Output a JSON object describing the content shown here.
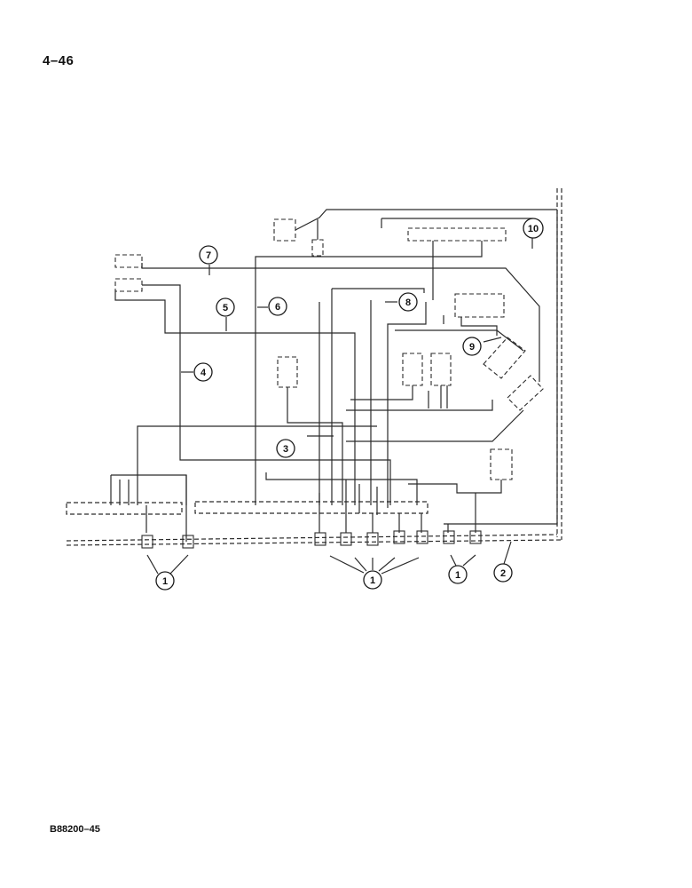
{
  "page": {
    "page_number": "4–46",
    "figure_code": "B88200–45"
  },
  "callouts": [
    {
      "id": "c1a",
      "label": "1"
    },
    {
      "id": "c1b",
      "label": "1"
    },
    {
      "id": "c1c",
      "label": "1"
    },
    {
      "id": "c2",
      "label": "2"
    },
    {
      "id": "c3",
      "label": "3"
    },
    {
      "id": "c4",
      "label": "4"
    },
    {
      "id": "c5",
      "label": "5"
    },
    {
      "id": "c6",
      "label": "6"
    },
    {
      "id": "c7",
      "label": "7"
    },
    {
      "id": "c8",
      "label": "8"
    },
    {
      "id": "c9",
      "label": "9"
    },
    {
      "id": "c10",
      "label": "10"
    }
  ],
  "colors": {
    "ink": "#2a2a2a",
    "background": "#ffffff"
  }
}
